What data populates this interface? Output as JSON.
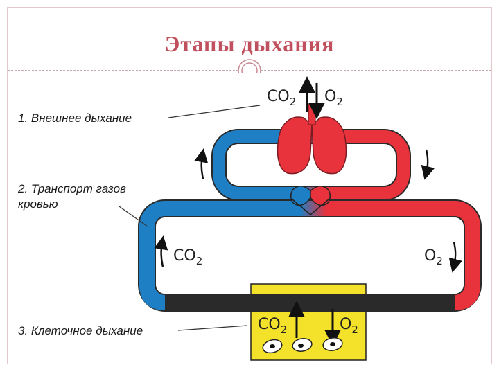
{
  "slide": {
    "title": "Этапы дыхания",
    "title_color": "#c0505d"
  },
  "labels": {
    "stage1": "1. Внешнее дыхание",
    "stage2": "2. Транспорт газов\nкровью",
    "stage3": "3. Клеточное дыхание"
  },
  "gases": {
    "co2": "CO",
    "o2": "O",
    "subscript": "2"
  },
  "colors": {
    "arterial": "#e8323c",
    "venous": "#1f7fc4",
    "tissue": "#f3e12a",
    "cell": "#ffffff"
  }
}
